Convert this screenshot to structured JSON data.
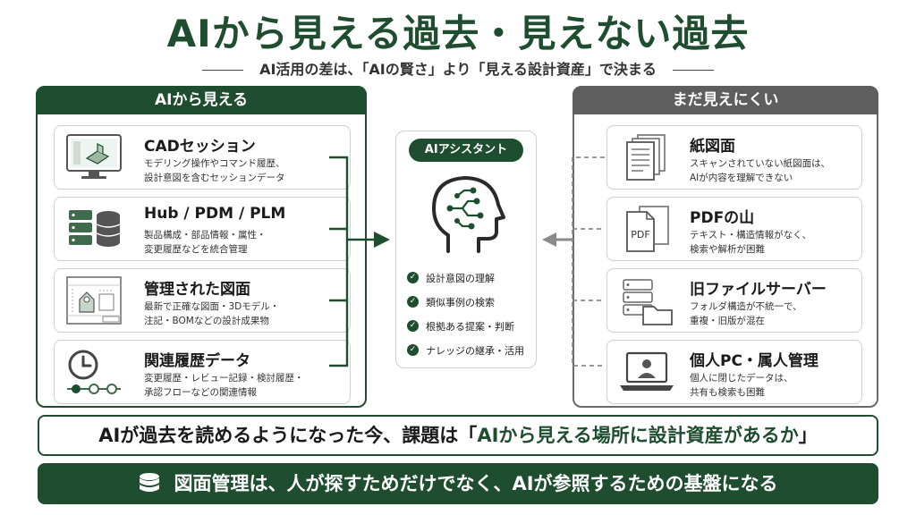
{
  "header": {
    "title": "AIから見える過去・見えない過去",
    "subtitle": "AI活用の差は、「AIの賢さ」より「見える設計資産」で決まる"
  },
  "left_panel": {
    "title": "AIから見える",
    "cards": [
      {
        "title": "CADセッション",
        "line1": "モデリング操作やコマンド履歴、",
        "line2": "設計意図を含むセッションデータ"
      },
      {
        "title": "Hub / PDM / PLM",
        "line1": "製品構成・部品情報・属性・",
        "line2": "変更履歴などを統合管理"
      },
      {
        "title": "管理された図面",
        "line1": "最新で正確な図面・3Dモデル・",
        "line2": "注記・BOMなどの設計成果物"
      },
      {
        "title": "関連履歴データ",
        "line1": "変更履歴・レビュー記録・検討履歴・",
        "line2": "承認フローなどの関連情報"
      }
    ]
  },
  "center": {
    "pill": "AIアシスタント",
    "checks": [
      "設計意図の理解",
      "類似事例の検索",
      "根拠ある提案・判断",
      "ナレッジの継承・活用"
    ]
  },
  "right_panel": {
    "title": "まだ見えにくい",
    "cards": [
      {
        "title": "紙図面",
        "line1": "スキャンされていない紙図面は、",
        "line2": "AIが内容を理解できない"
      },
      {
        "title": "PDFの山",
        "line1": "テキスト・構造情報がなく、",
        "line2": "検索や解析が困難",
        "icon_text": "PDF"
      },
      {
        "title": "旧ファイルサーバー",
        "line1": "フォルダ構造が不統一で、",
        "line2": "重複・旧版が混在"
      },
      {
        "title": "個人PC・属人管理",
        "line1": "個人に閉じたデータは、",
        "line2": "共有も検索も困難"
      }
    ]
  },
  "banner": {
    "prefix": "AIが過去を読めるようになった今、課題は「",
    "highlight": "AIから見える場所に設計資産があるか",
    "suffix": "」"
  },
  "footer": {
    "text": "図面管理は、人が探すためだけでなく、AIが参照するための基盤になる"
  },
  "colors": {
    "primary": "#1e4d2f",
    "gray_header": "#5e5e5e",
    "arrow_gray": "#8a8a8a"
  }
}
